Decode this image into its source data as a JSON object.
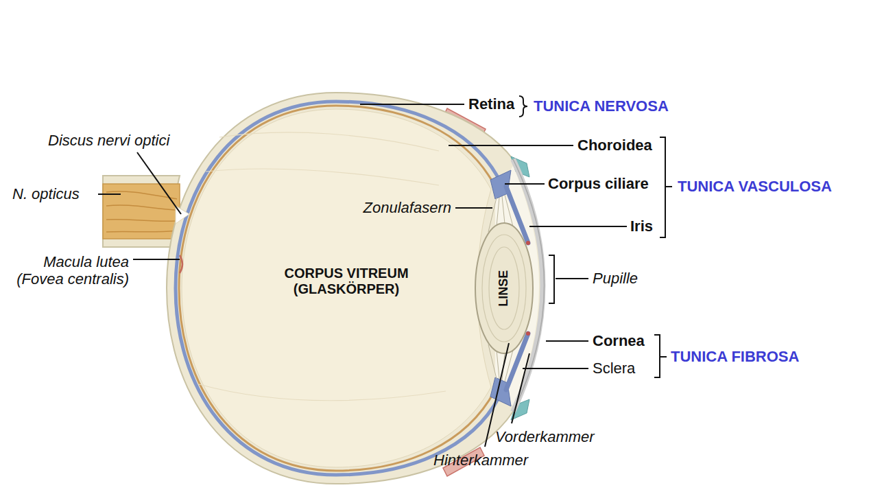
{
  "diagram": {
    "labels": [
      "Retina",
      "TUNICA NERVOSA",
      "Discus nervi optici",
      "Choroidea",
      "N. opticus",
      "Corpus ciliare",
      "TUNICA VASCULOSA",
      "Zonulafasern",
      "Iris",
      "Macula lutea (Fovea centralis)",
      "CORPUS VITREUM (GLASKÖRPER)",
      "LINSE",
      "Pupille",
      "Cornea",
      "TUNICA FIBROSA",
      "Sclera",
      "Vorderkammer",
      "Hinterkammer"
    ]
  }
}
